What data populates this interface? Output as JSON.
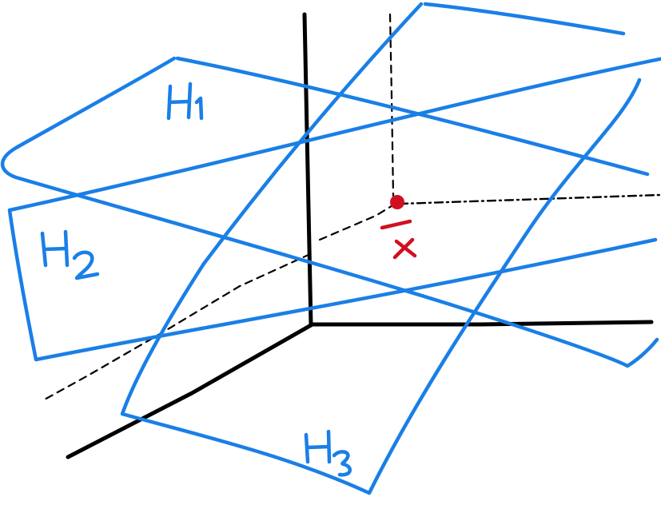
{
  "labels": {
    "h1": {
      "letter": "H",
      "subscript": "1"
    },
    "h2": {
      "letter": "H",
      "subscript": "2"
    },
    "h3": {
      "letter": "H",
      "subscript": "3"
    },
    "point": "x"
  },
  "colors": {
    "plane": "#1a7fe6",
    "axes": "#000000",
    "point": "#d01020"
  }
}
